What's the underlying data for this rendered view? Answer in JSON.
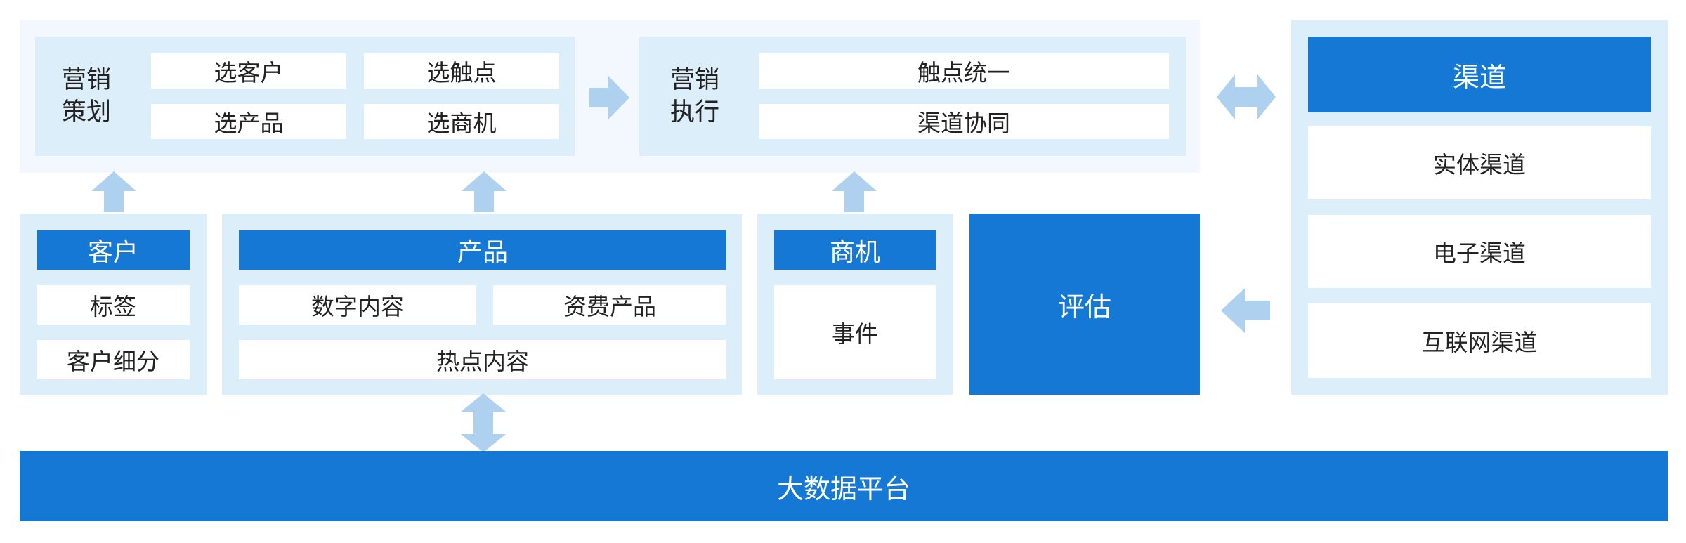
{
  "colors": {
    "primary_blue": "#1478d4",
    "panel_light": "#ddeefb",
    "panel_extra_light": "#f2f8fe",
    "arrow": "#aed1ef",
    "text_dark": "#222222",
    "text_white": "#ffffff"
  },
  "planning": {
    "title_line1": "营销",
    "title_line2": "策划",
    "items": [
      "选客户",
      "选触点",
      "选产品",
      "选商机"
    ]
  },
  "execution": {
    "title_line1": "营销",
    "title_line2": "执行",
    "items": [
      "触点统一",
      "渠道协同"
    ]
  },
  "channels": {
    "title": "渠道",
    "items": [
      "实体渠道",
      "电子渠道",
      "互联网渠道"
    ]
  },
  "customer": {
    "title": "客户",
    "items": [
      "标签",
      "客户细分"
    ]
  },
  "product": {
    "title": "产品",
    "items": [
      "数字内容",
      "资费产品",
      "热点内容"
    ]
  },
  "opportunity": {
    "title": "商机",
    "items": [
      "事件"
    ]
  },
  "evaluation": {
    "title": "评估"
  },
  "platform": {
    "title": "大数据平台"
  }
}
